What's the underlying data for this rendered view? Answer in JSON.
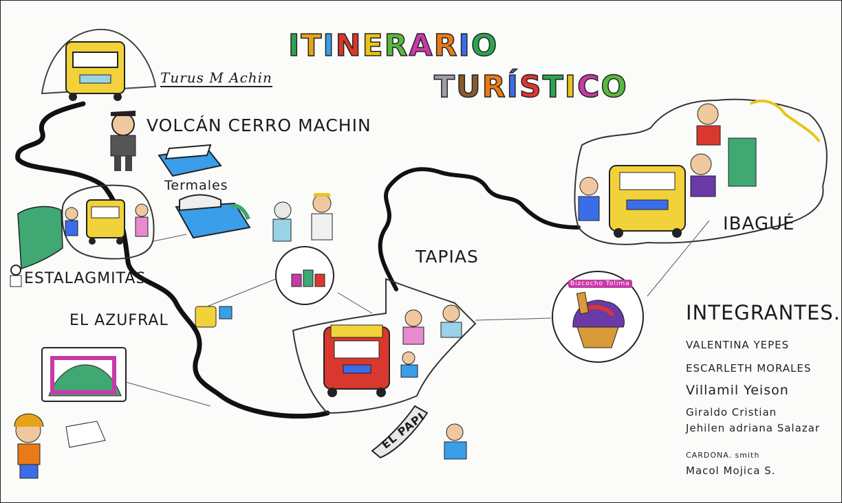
{
  "title": {
    "line1": "ITINERARIO",
    "line2": "TURÍSTICO",
    "line1_colors": [
      "#2ea44f",
      "#e8a21a",
      "#3a9ee8",
      "#d9382f",
      "#e8c51a",
      "#5ab83d",
      "#c83aa6",
      "#e87a1a",
      "#3a6ee8",
      "#2ea44f"
    ],
    "line2_colors": [
      "#9aa0a6",
      "#8a5a2b",
      "#e87a1a",
      "#3a6ee8",
      "#d9382f",
      "#2ea44f",
      "#e8c51a",
      "#c83aa6",
      "#5ab83d"
    ]
  },
  "places": {
    "volcan": "VOLCÁN CERRO MACHIN",
    "volcan_sign": "Turus M Achin",
    "termales": "Termales",
    "estalagmitas": "ESTALAGMITAS",
    "azufral": "EL AZUFRAL",
    "tapias": "TAPIAS",
    "ibague": "IBAGUÉ",
    "el_papi": "EL PAPI",
    "dessert_sign": "Bizcocho Tolima"
  },
  "integrantes": {
    "heading": "INTEGRANTES.:",
    "members": [
      "VALENTINA YEPES",
      "ESCARLETH MORALES",
      "Villamil Yeison",
      "Giraldo Cristian",
      "Jehilen adriana Salazar",
      "CARDONA. smith",
      "Macol Mojica S."
    ]
  },
  "colors": {
    "road": "#111111",
    "region_outline": "#333333",
    "bus_yellow": "#f2d23a",
    "bus_red": "#d9382f",
    "green_area": "#3fa873",
    "dessert_purple": "#6a3aa8"
  }
}
